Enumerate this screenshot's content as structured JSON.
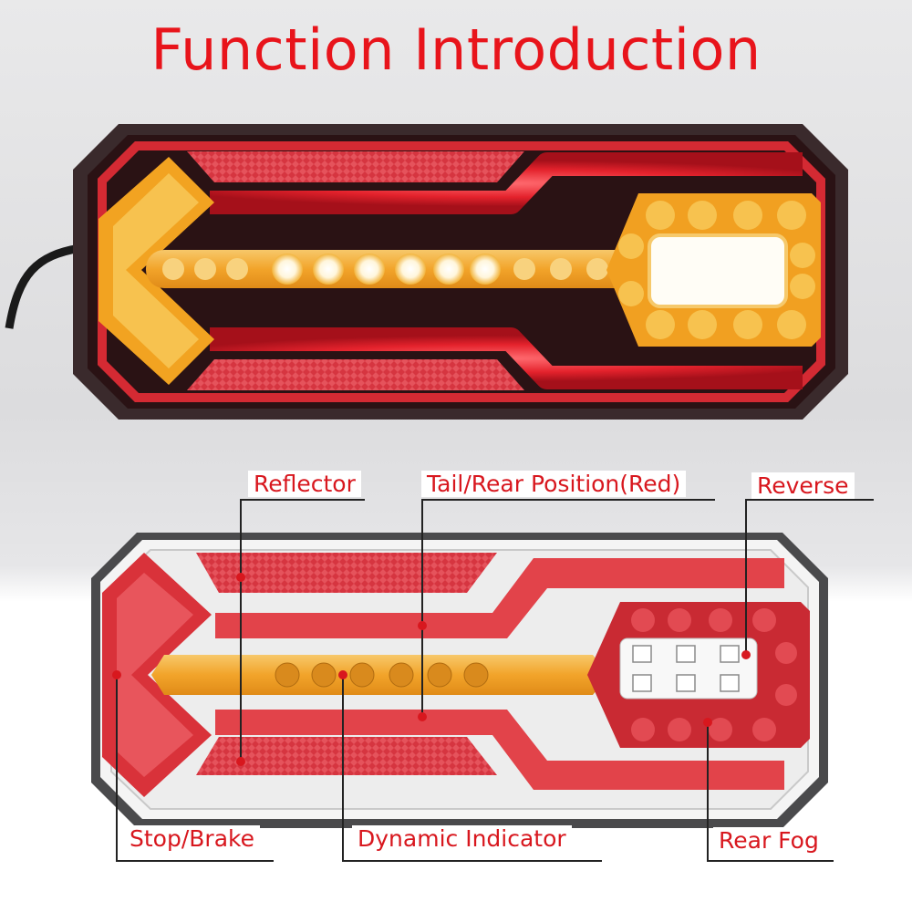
{
  "title": "Function Introduction",
  "colors": {
    "title_red": "#e8141b",
    "amber": "#f3a21c",
    "lit_red": "#e52b33",
    "reflector_red": "#d8323a"
  },
  "callouts": {
    "reflector": "Reflector",
    "tail": "Tail/Rear Position(Red)",
    "reverse": "Reverse",
    "stop": "Stop/Brake",
    "indicator": "Dynamic Indicator",
    "fog": "Rear Fog"
  }
}
